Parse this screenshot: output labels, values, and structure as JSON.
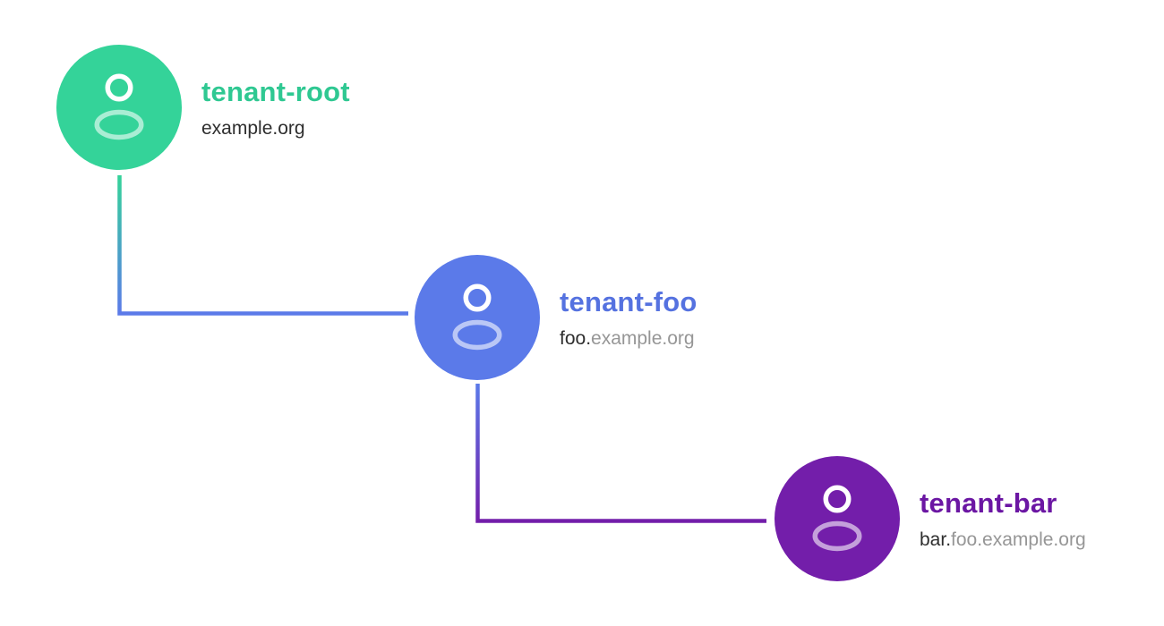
{
  "diagram": {
    "title": "tenant-hierarchy-diagram",
    "background_color": "#FFFFFF"
  },
  "nodes": [
    {
      "name": "tenant-root",
      "domain_prefix": "example.org",
      "domain_rest": "",
      "circle_color": "#34D399",
      "title_color": "#2FC892"
    },
    {
      "name": "tenant-foo",
      "domain_prefix": "foo.",
      "domain_rest": "example.org",
      "circle_color": "#5B7AE9",
      "title_color": "#5572E0"
    },
    {
      "name": "tenant-bar",
      "domain_prefix": "bar.",
      "domain_rest": "foo.example.org",
      "circle_color": "#731EAA",
      "title_color": "#6B16A3"
    }
  ],
  "connectors": [
    {
      "from": "tenant-root",
      "to": "tenant-foo",
      "from_color": "#34D399",
      "to_color": "#5B7AE9"
    },
    {
      "from": "tenant-foo",
      "to": "tenant-bar",
      "from_color": "#5B7AE9",
      "to_color": "#731EAA"
    }
  ],
  "icons": {
    "avatar_icon": "user-icon",
    "head_color": "#FFFFFF",
    "body_color": "rgba(255,255,255,0.58)"
  },
  "text_colors": {
    "domain_prefix": "#2E2E2E",
    "domain_rest": "#969696"
  }
}
